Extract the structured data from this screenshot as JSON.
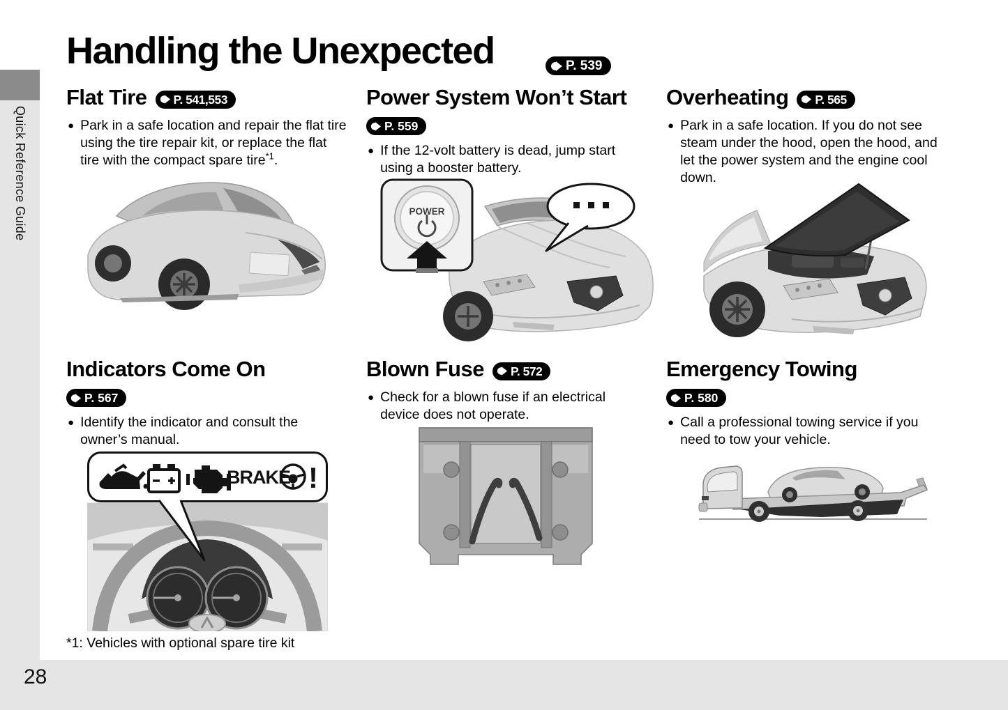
{
  "page": {
    "title": "Handling the Unexpected",
    "title_badge": "P. 539",
    "sidebar_tab_label": "Quick Reference Guide",
    "footnote": "*1: Vehicles with optional spare tire kit",
    "page_number": "28",
    "bullet_marker": "●"
  },
  "sections": [
    {
      "title": "Flat Tire",
      "badge": "P. 541,553",
      "bullet": "Park in a safe location and repair the flat tire using the tire repair kit, or replace the flat tire with the compact spare tire",
      "bullet_sup": "*1",
      "bullet_tail": "."
    },
    {
      "title": "Power System Won’t Start",
      "badge": "P. 559",
      "bullet": "If the 12-volt battery is dead, jump start using a booster battery."
    },
    {
      "title": "Overheating",
      "badge": "P. 565",
      "bullet": "Park in a safe location. If you do not see steam under the hood, open the hood, and let the power system and the engine cool down."
    },
    {
      "title": "Indicators Come On",
      "badge": "P. 567",
      "bullet": "Identify the indicator and consult the owner’s manual."
    },
    {
      "title": "Blown Fuse",
      "badge": "P. 572",
      "bullet": "Check for a blown fuse if an electrical device does not operate."
    },
    {
      "title": "Emergency Towing",
      "badge": "P. 580",
      "bullet": "Call a professional towing service if you need to tow your vehicle."
    }
  ],
  "illustrations": {
    "power_button_label": "POWER",
    "indicator_brake_label": "BRAKE",
    "indicator_exclamation": "!",
    "icons": [
      "reference-arrow-icon",
      "power-button-icon",
      "up-arrow-icon",
      "speech-ellipsis-icon",
      "oil-pressure-icon",
      "battery-charge-icon",
      "check-engine-icon",
      "brake-warning-icon",
      "steering-warning-icon"
    ]
  },
  "colors": {
    "badge_bg": "#000000",
    "sidebar_strip": "#e5e5e5",
    "sidebar_tab": "#8b8b8b",
    "footer_band": "#e5e5e5",
    "illustration_dark": "#2e2e2e",
    "illustration_light": "#dcdcdc"
  }
}
